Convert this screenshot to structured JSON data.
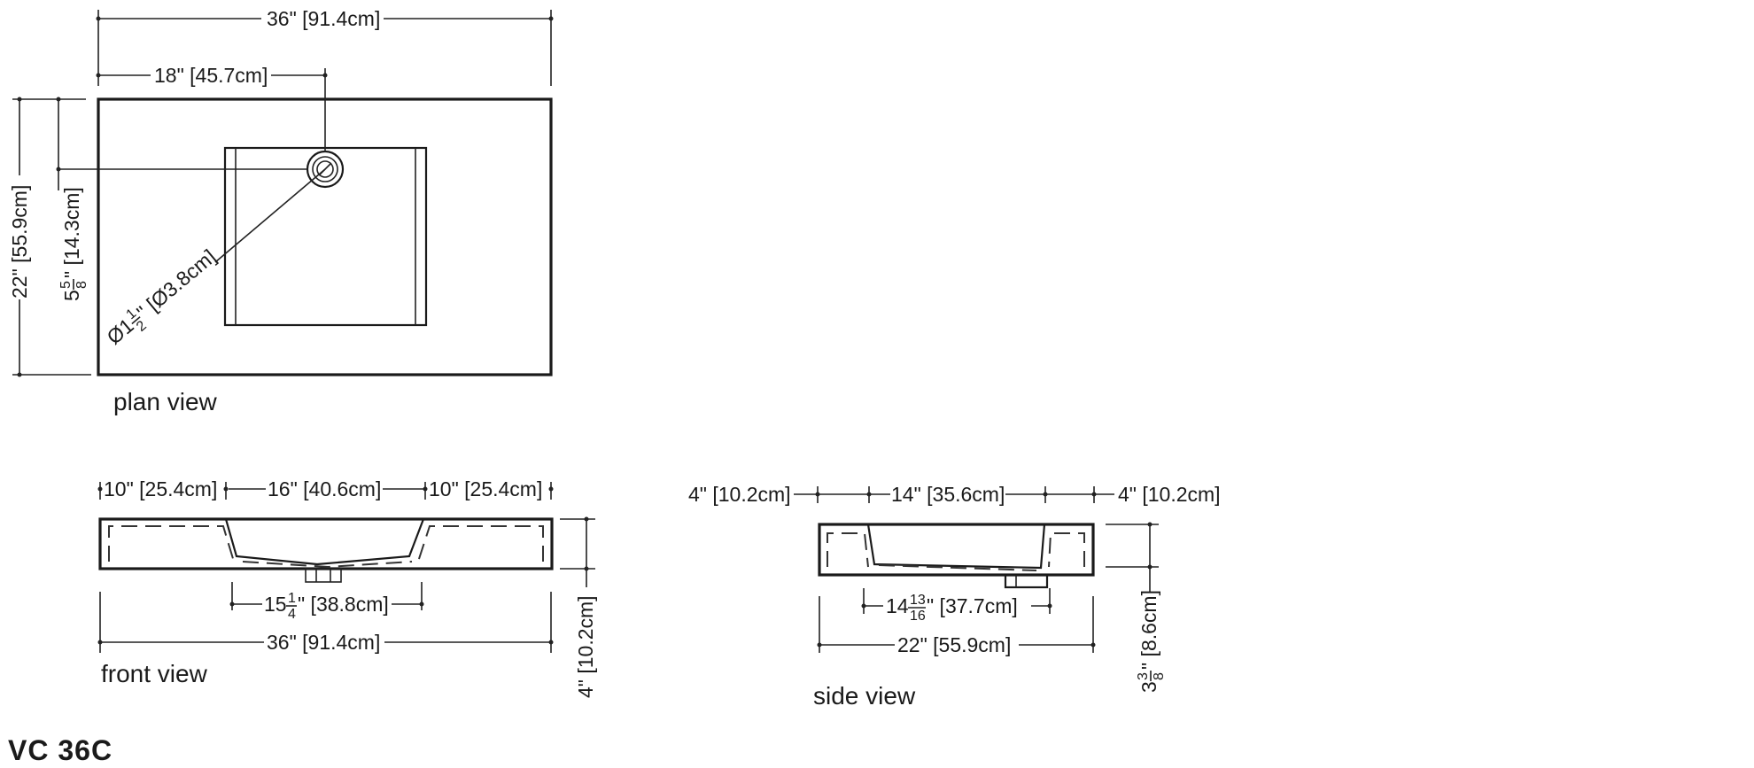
{
  "model": "VC 36C",
  "plan": {
    "label": "plan view",
    "width": "36\" [91.4cm]",
    "drain_offset": "18\" [45.7cm]",
    "depth": "22\" [55.9cm]",
    "drain_from_back_whole": "5",
    "drain_from_back_num": "5",
    "drain_from_back_den": "8",
    "drain_from_back_rest": "\" [14.3cm]",
    "drain_dia_prefix": "Ø1",
    "drain_dia_num": "1",
    "drain_dia_den": "2",
    "drain_dia_rest": "\" [Ø3.8cm]"
  },
  "front": {
    "label": "front view",
    "left_deck": "10\" [25.4cm]",
    "basin": "16\" [40.6cm]",
    "right_deck": "10\" [25.4cm]",
    "basin_bottom_whole": "15",
    "basin_bottom_num": "1",
    "basin_bottom_den": "4",
    "basin_bottom_rest": "\" [38.8cm]",
    "overall": "36\" [91.4cm]",
    "height": "4\" [10.2cm]"
  },
  "side": {
    "label": "side view",
    "front_deck": "4\" [10.2cm]",
    "basin": "14\" [35.6cm]",
    "back_deck": "4\" [10.2cm]",
    "basin_bottom_whole": "14",
    "basin_bottom_num": "13",
    "basin_bottom_den": "16",
    "basin_bottom_rest": "\" [37.7cm]",
    "overall": "22\" [55.9cm]",
    "height_whole": "3",
    "height_num": "3",
    "height_den": "8",
    "height_rest": "\" [8.6cm]"
  }
}
